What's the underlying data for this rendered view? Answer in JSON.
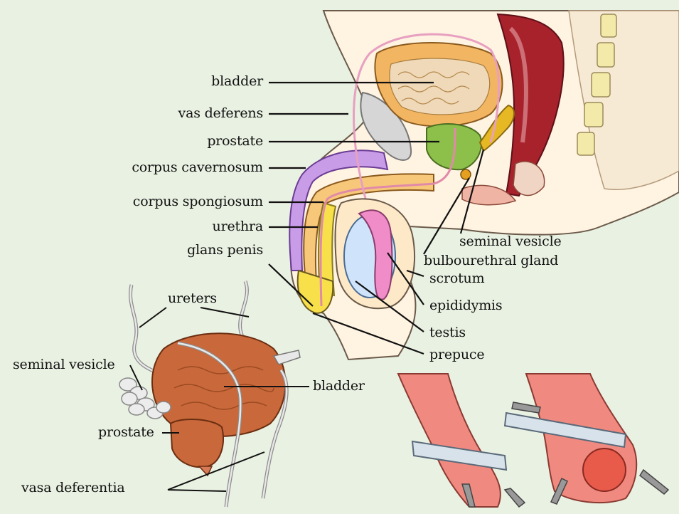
{
  "background_color": "#e9f1e2",
  "sagittal_labels": {
    "bladder": "bladder",
    "vas_deferens": "vas deferens",
    "prostate": "prostate",
    "corpus_cavernosum": "corpus cavernosum",
    "corpus_spongiosum": "corpus spongiosum",
    "urethra": "urethra",
    "glans_penis": "glans penis",
    "seminal_vesicle": "seminal vesicle",
    "bulbourethral_gland": "bulbourethral gland",
    "scrotum": "scrotum",
    "epididymis": "epididymis",
    "testis": "testis",
    "prepuce": "prepuce"
  },
  "posterior_labels": {
    "ureters": "ureters",
    "seminal_vesicle": "seminal vesicle",
    "bladder": "bladder",
    "prostate": "prostate",
    "vasa_deferentia": "vasa deferentia"
  },
  "colors": {
    "bladder": "#f2b562",
    "prostate": "#8cc04a",
    "corpus_cavernosum": "#c99ce8",
    "corpus_spongiosum": "#f7e04a",
    "rectum": "#a8222c",
    "testis": "#cfe4fb",
    "epididymis": "#f08cc8",
    "skin": "#fff3e2",
    "posterior_bladder": "#c9683a"
  }
}
